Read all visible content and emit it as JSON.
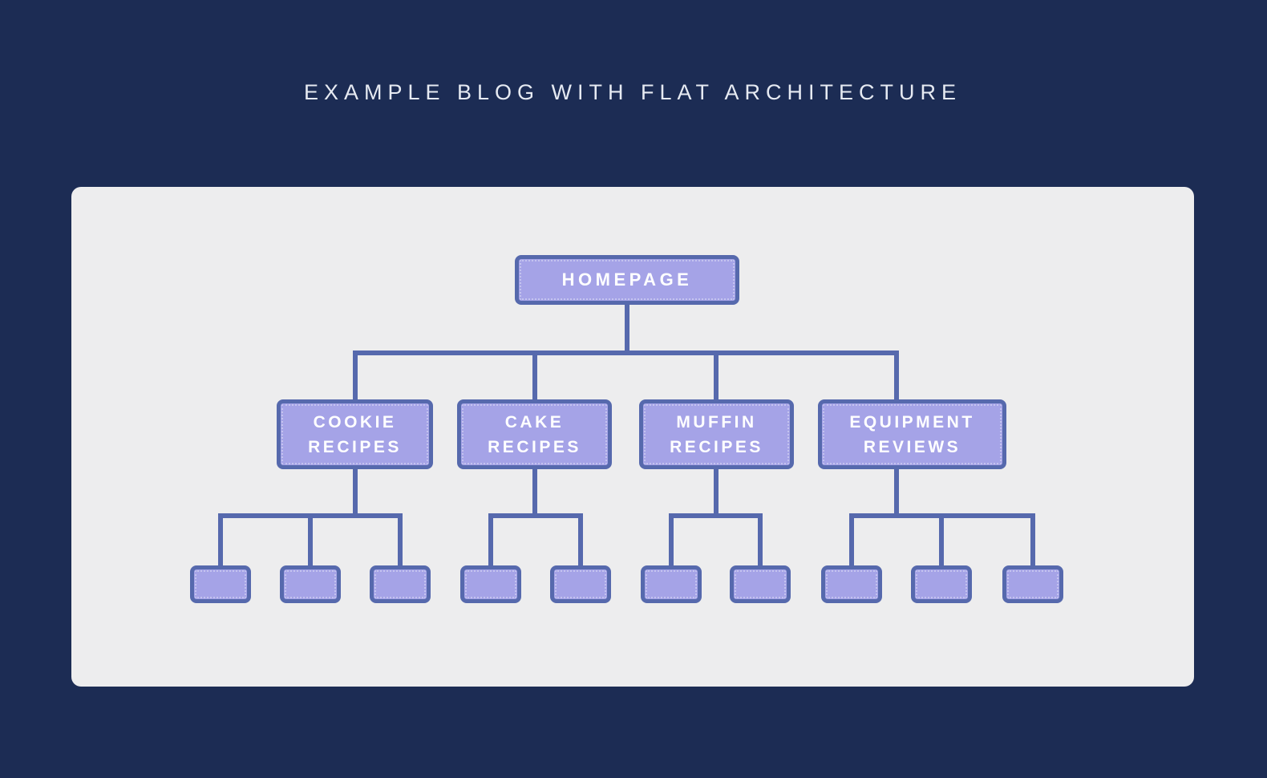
{
  "title": "EXAMPLE BLOG WITH FLAT ARCHITECTURE",
  "diagram": {
    "root": {
      "label": "HOMEPAGE",
      "children_count": 4
    },
    "categories": [
      {
        "label": "COOKIE RECIPES",
        "children_count": 3
      },
      {
        "label": "CAKE RECIPES",
        "children_count": 2
      },
      {
        "label": "MUFFIN RECIPES",
        "children_count": 2
      },
      {
        "label": "EQUIPMENT REVIEWS",
        "children_count": 3
      }
    ]
  },
  "colors": {
    "background": "#1c2c54",
    "panel": "#ededee",
    "node_fill": "#a5a3e7",
    "node_border": "#5669ad",
    "connector": "#5669ad",
    "node_text": "#ffffff",
    "title_text": "#e6eaf2"
  }
}
